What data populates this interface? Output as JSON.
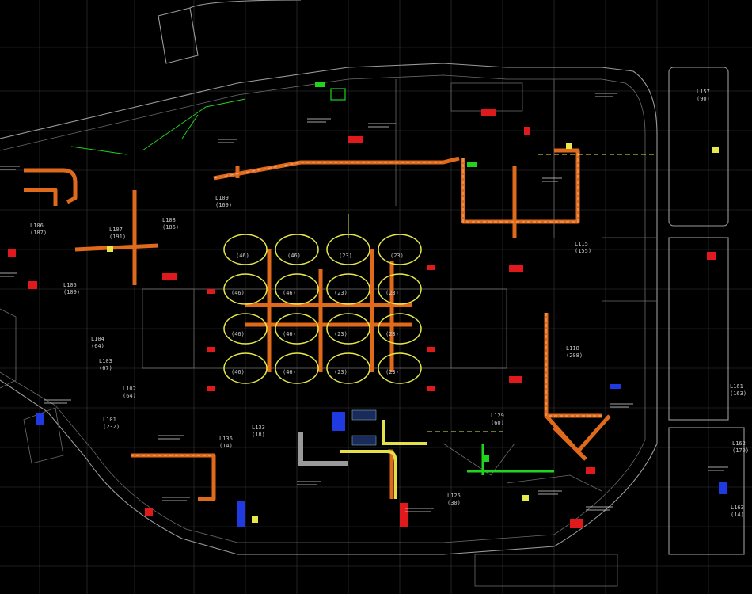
{
  "colors": {
    "background": "#000000",
    "grid": "#3a3a3a",
    "walls": "#9a9a9a",
    "duct": "#e06a1c",
    "supply": "#e8e84a",
    "green_tag": "#1fd31f",
    "red_tag": "#e0191d",
    "blue_tag": "#1e3ae0"
  },
  "rooms": [
    {
      "name": "L107",
      "area": "(191)"
    },
    {
      "name": "L106",
      "area": "(187)"
    },
    {
      "name": "L105",
      "area": "(109)"
    },
    {
      "name": "L104",
      "area": "(64)"
    },
    {
      "name": "L103",
      "area": "(67)"
    },
    {
      "name": "L102",
      "area": "(64)"
    },
    {
      "name": "L101",
      "area": "(232)"
    },
    {
      "name": "L108",
      "area": "(186)"
    },
    {
      "name": "L109",
      "area": "(169)"
    },
    {
      "name": "L133",
      "area": "(18)"
    },
    {
      "name": "L136",
      "area": "(14)"
    },
    {
      "name": "L125",
      "area": "(30)"
    },
    {
      "name": "L129",
      "area": "(60)"
    },
    {
      "name": "L115",
      "area": "(155)"
    },
    {
      "name": "L118",
      "area": "(208)"
    },
    {
      "name": "L157",
      "area": "(90)"
    },
    {
      "name": "L161",
      "area": "(163)"
    },
    {
      "name": "L162",
      "area": "(170)"
    },
    {
      "name": "L163",
      "area": "(14)"
    }
  ],
  "oval_areas": [
    "(46)",
    "(46)",
    "(23)",
    "(23)",
    "(46)",
    "(46)",
    "(23)",
    "(23)",
    "(46)",
    "(46)",
    "(23)",
    "(23)",
    "(46)",
    "(46)",
    "(23)",
    "(23)"
  ]
}
